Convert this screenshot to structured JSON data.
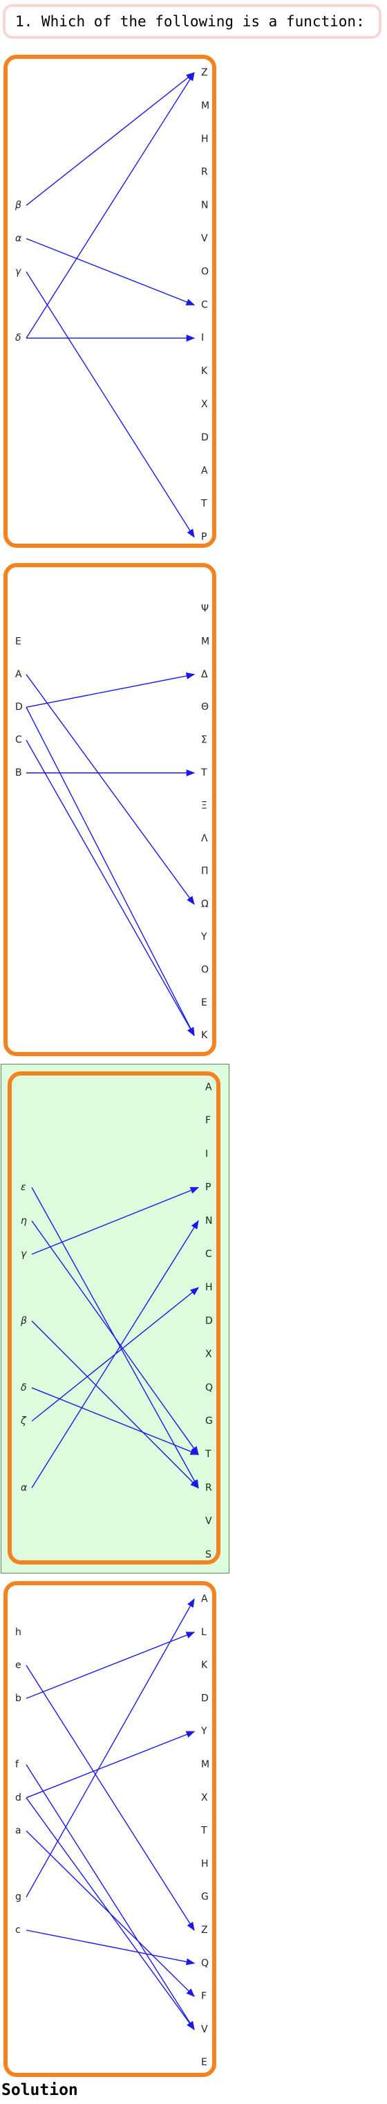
{
  "question": {
    "text": "1. Which of the following is a function:"
  },
  "diagrams": [
    {
      "left": [
        "β",
        "α",
        "γ",
        "",
        "δ"
      ],
      "right": [
        "Z",
        "M",
        "H",
        "R",
        "N",
        "V",
        "O",
        "C",
        "I",
        "K",
        "X",
        "D",
        "A",
        "T",
        "P"
      ],
      "arrows": [
        [
          0,
          0
        ],
        [
          1,
          7
        ],
        [
          2,
          14
        ],
        [
          4,
          0
        ],
        [
          4,
          8
        ]
      ],
      "highlighted": false
    },
    {
      "left": [
        "E",
        "A",
        "D",
        "C",
        "B"
      ],
      "right": [
        "Ψ",
        "M",
        "Δ",
        "Θ",
        "Σ",
        "T",
        "Ξ",
        "Λ",
        "Π",
        "Ω",
        "Y",
        "O",
        "E",
        "K"
      ],
      "arrows": [
        [
          1,
          9
        ],
        [
          2,
          2
        ],
        [
          2,
          13
        ],
        [
          3,
          13
        ],
        [
          4,
          5
        ]
      ],
      "highlighted": false
    },
    {
      "left": [
        "ε",
        "η",
        "γ",
        "",
        "β",
        "",
        "δ",
        "ζ",
        "",
        "α"
      ],
      "right": [
        "A",
        "F",
        "I",
        "P",
        "N",
        "C",
        "H",
        "D",
        "X",
        "Q",
        "G",
        "T",
        "R",
        "V",
        "S"
      ],
      "arrows": [
        [
          0,
          12
        ],
        [
          1,
          11
        ],
        [
          2,
          3
        ],
        [
          4,
          12
        ],
        [
          6,
          11
        ],
        [
          7,
          6
        ],
        [
          9,
          4
        ]
      ],
      "highlighted": true
    },
    {
      "left": [
        "h",
        "e",
        "b",
        "",
        "f",
        "d",
        "a",
        "",
        "g",
        "c"
      ],
      "right": [
        "A",
        "L",
        "K",
        "D",
        "Y",
        "M",
        "X",
        "T",
        "H",
        "G",
        "Z",
        "Q",
        "F",
        "V",
        "E"
      ],
      "arrows": [
        [
          1,
          10
        ],
        [
          2,
          1
        ],
        [
          4,
          13
        ],
        [
          5,
          4
        ],
        [
          5,
          13
        ],
        [
          6,
          12
        ],
        [
          8,
          0
        ],
        [
          9,
          11
        ]
      ],
      "highlighted": false
    }
  ],
  "footer": {
    "text": "Solution"
  },
  "colors": {
    "box": "#f5821f",
    "arrow": "#1a1ae6",
    "highlight": "#ddfcdd",
    "question_border": "#f8d6d6"
  }
}
